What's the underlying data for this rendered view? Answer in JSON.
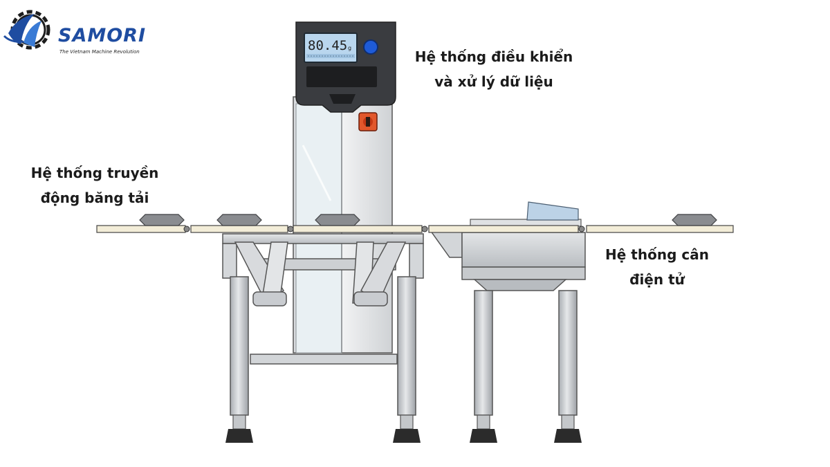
{
  "brand": {
    "name": "SAMORI",
    "tagline": "The Vietnam Machine Revolution"
  },
  "display": {
    "reading": "80.45",
    "unit": "g"
  },
  "labels": {
    "control": [
      "Hệ thống điều khiển",
      "và xử lý dữ liệu"
    ],
    "conveyor": [
      "Hệ thống truyền",
      "động băng tải"
    ],
    "scale": [
      "Hệ thống cân",
      "điện tử"
    ]
  },
  "colors": {
    "brand": "#1f4da1",
    "steel": "#c9ccd0",
    "panel": "#3a3c40",
    "belt": "#f3edd8",
    "stop_button": "#e2572b",
    "knob": "#1e5bd8"
  },
  "icons": [
    "gear-logo-icon",
    "stop-button-icon",
    "blue-knob-icon"
  ]
}
